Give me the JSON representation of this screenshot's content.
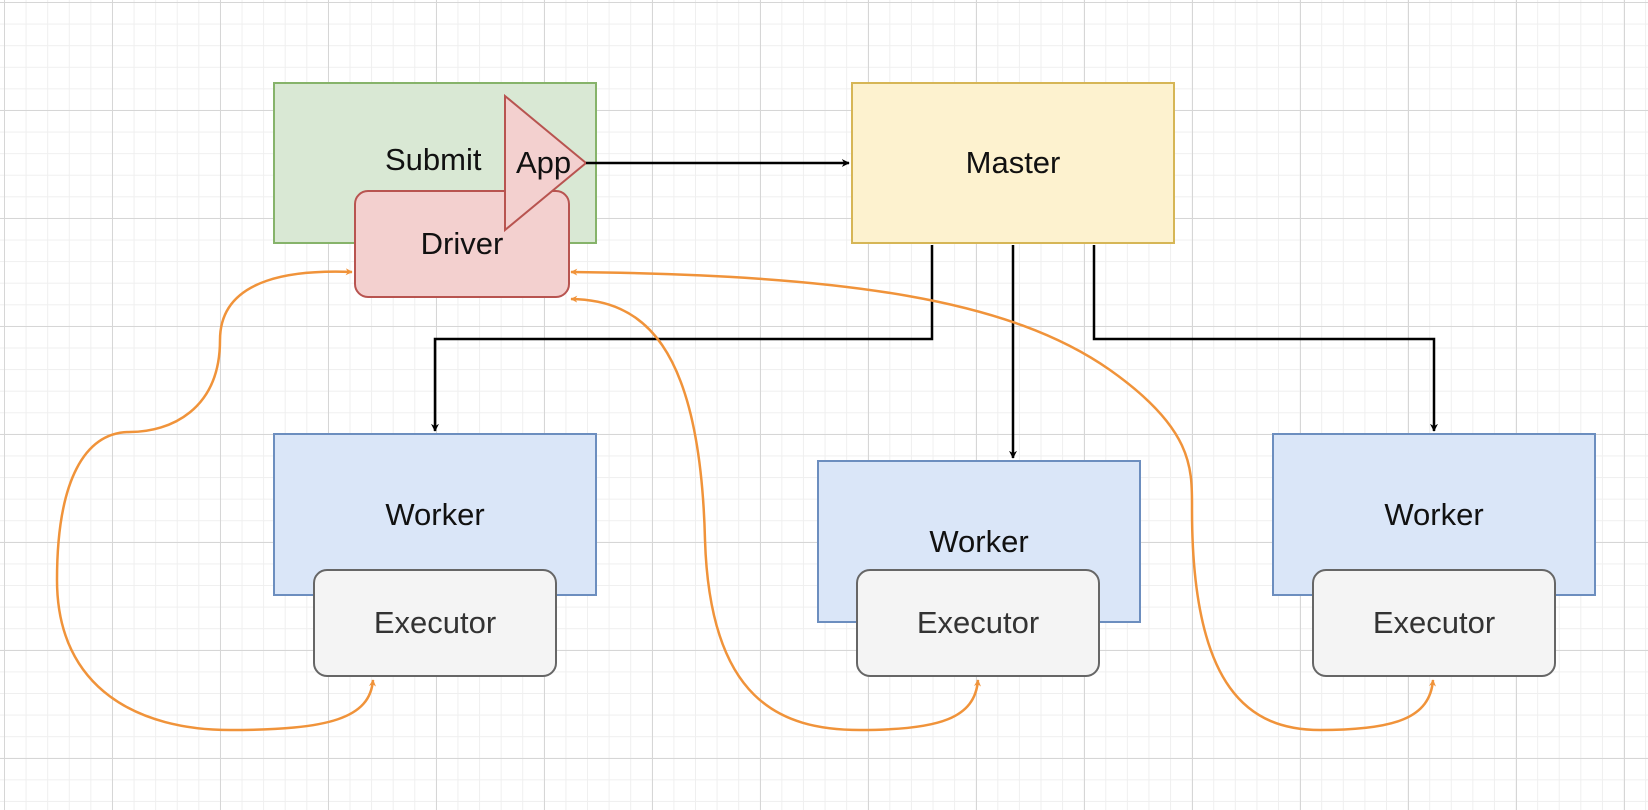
{
  "nodes": {
    "submit": {
      "label": "Submit"
    },
    "app": {
      "label": "App"
    },
    "driver": {
      "label": "Driver"
    },
    "master": {
      "label": "Master"
    },
    "worker_1": {
      "label": "Worker"
    },
    "worker_2": {
      "label": "Worker"
    },
    "worker_3": {
      "label": "Worker"
    },
    "executor_1": {
      "label": "Executor"
    },
    "executor_2": {
      "label": "Executor"
    },
    "executor_3": {
      "label": "Executor"
    }
  },
  "colors": {
    "submit_fill": "#d9e8d4",
    "submit_stroke": "#86b36a",
    "master_fill": "#fdf2cf",
    "master_stroke": "#d6b656",
    "driver_fill": "#f3d0cf",
    "driver_stroke": "#b85450",
    "worker_fill": "#dae6f8",
    "worker_stroke": "#6c8ebf",
    "executor_fill": "#f4f4f4",
    "executor_stroke": "#666666",
    "control_edge": "#000000",
    "data_edge": "#f0933a"
  },
  "edges": [
    {
      "from": "app",
      "to": "master",
      "kind": "control",
      "direction": "forward"
    },
    {
      "from": "master",
      "to": "worker_1",
      "kind": "control",
      "direction": "forward"
    },
    {
      "from": "master",
      "to": "worker_2",
      "kind": "control",
      "direction": "forward"
    },
    {
      "from": "master",
      "to": "worker_3",
      "kind": "control",
      "direction": "forward"
    },
    {
      "from": "driver",
      "to": "executor_1",
      "kind": "data",
      "direction": "both"
    },
    {
      "from": "driver",
      "to": "executor_2",
      "kind": "data",
      "direction": "both"
    },
    {
      "from": "driver",
      "to": "executor_3",
      "kind": "data",
      "direction": "both"
    }
  ]
}
